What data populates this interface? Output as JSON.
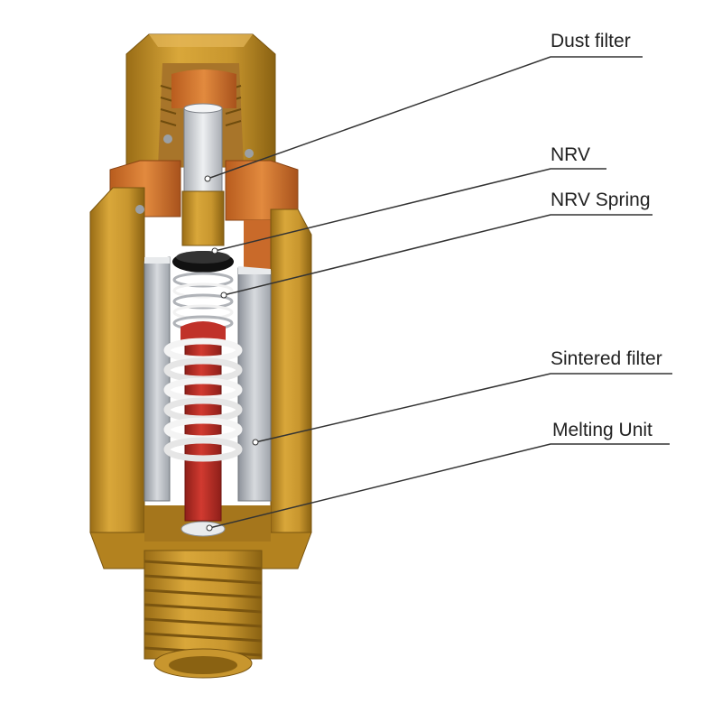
{
  "labels": {
    "dust_filter": "Dust filter",
    "nrv": "NRV",
    "nrv_spring": "NRV Spring",
    "sintered_filter": "Sintered filter",
    "melting_unit": "Melting Unit"
  },
  "colors": {
    "brass": "#c8962e",
    "brass_dark": "#8a6212",
    "copper": "#d4742e",
    "copper_dark": "#a8521c",
    "steel": "#c9ccd2",
    "steel_dark": "#8d929a",
    "red_core": "#c0322a",
    "spring": "#f1f1f1",
    "leader": "#333333"
  }
}
